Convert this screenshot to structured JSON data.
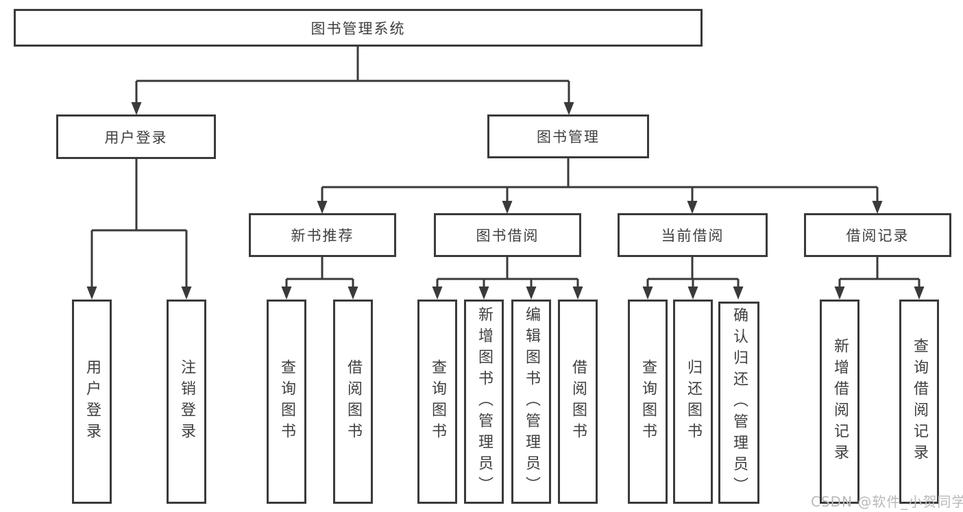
{
  "colors": {
    "line": "#3a3a3a",
    "text": "#3f3f3f",
    "watermark": "#b9b9b9",
    "background": "#ffffff"
  },
  "watermark": "CSDN @软件_小贺同学",
  "tree": {
    "root": {
      "label": "图书管理系统",
      "children": [
        {
          "label": "用户登录",
          "children": [
            {
              "label": "用户登录"
            },
            {
              "label": "注销登录"
            }
          ]
        },
        {
          "label": "图书管理",
          "children": [
            {
              "label": "新书推荐",
              "children": [
                {
                  "label": "查询图书"
                },
                {
                  "label": "借阅图书"
                }
              ]
            },
            {
              "label": "图书借阅",
              "children": [
                {
                  "label": "查询图书"
                },
                {
                  "label": "新增图书（管理员）"
                },
                {
                  "label": "编辑图书（管理员）"
                },
                {
                  "label": "借阅图书"
                }
              ]
            },
            {
              "label": "当前借阅",
              "children": [
                {
                  "label": "查询图书"
                },
                {
                  "label": "归还图书"
                },
                {
                  "label": "确认归还（管理员）"
                }
              ]
            },
            {
              "label": "借阅记录",
              "children": [
                {
                  "label": "新增借阅记录"
                },
                {
                  "label": "查询借阅记录"
                }
              ]
            }
          ]
        }
      ]
    }
  }
}
